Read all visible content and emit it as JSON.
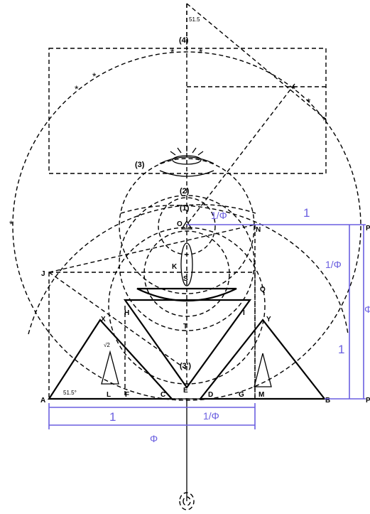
{
  "points": {
    "A": "A",
    "B": "B",
    "C": "C",
    "D": "D",
    "E": "E",
    "F": "F",
    "G": "G",
    "H": "H",
    "I": "I",
    "J": "J",
    "K": "K",
    "L": "L",
    "M": "M",
    "N": "N",
    "O": "O",
    "P": "P",
    "Q": "Q",
    "S": "S",
    "T": "T",
    "X": "X",
    "Y": "Y"
  },
  "circle_labels": {
    "c1": "(1)",
    "c2": "(2)",
    "c3": "(3)",
    "c3p": "(3')",
    "c4": "(4)"
  },
  "angles": {
    "top": "51.5",
    "base": "51.5°",
    "root": "√2"
  },
  "measures": {
    "one_top": "1",
    "inv_phi_top": "1/Φ",
    "inv_phi_right": "1/Φ",
    "one_right": "1",
    "phi_right": "Φ",
    "one_bottom": "1",
    "inv_phi_bottom": "1/Φ",
    "phi_bottom": "Φ"
  },
  "colors": {
    "measure_blue": "#6a5fe0",
    "ink": "#000000"
  }
}
